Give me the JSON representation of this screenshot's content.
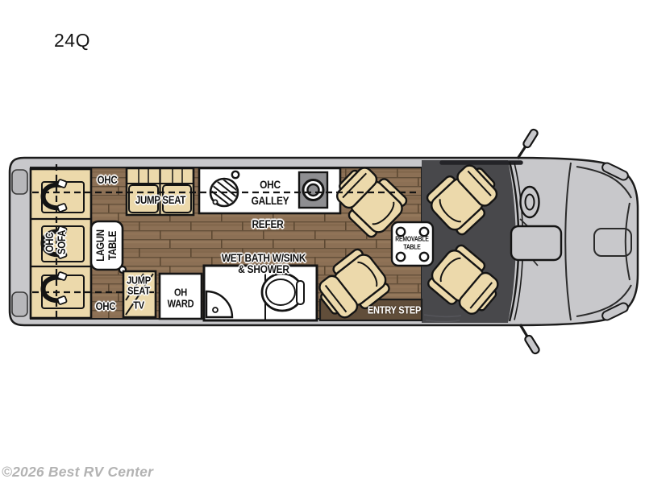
{
  "title": "24Q",
  "watermark": "©2026 Best RV Center",
  "colors": {
    "wood_floor": "#8c7055",
    "furniture_tan": "#ecd9ab",
    "cab_floor": "#48484b",
    "van_body": "#c8c8cb",
    "entry_step_brown": "#614e3a",
    "outline": "#1c1c1c",
    "label_text": "#111111",
    "label_halo": "#ffffff",
    "entry_step_text": "#ffffff",
    "watermark_gray": "#b3b3b3"
  },
  "floorplan": {
    "labels": {
      "ohc_top": "OHC",
      "jump_seat": "JUMP SEAT",
      "galley_line1": "OHC",
      "galley_line2": "GALLEY",
      "refer": "REFER",
      "sofa_line1": "OHC",
      "sofa_line2": "SOFA",
      "lagun_line1": "LAGUN",
      "lagun_line2": "TABLE",
      "wet_bath_line1": "WET BATH W/SINK",
      "wet_bath_line2": "& SHOWER",
      "jump_seat_tv_line1": "JUMP",
      "jump_seat_tv_line2": "SEAT",
      "jump_seat_tv_line3": "TV",
      "oh_ward_line1": "OH",
      "oh_ward_line2": "WARD",
      "ohc_bottom": "OHC",
      "removable_table_line1": "REMOVABLE",
      "removable_table_line2": "TABLE",
      "entry_step": "ENTRY STEP"
    }
  }
}
